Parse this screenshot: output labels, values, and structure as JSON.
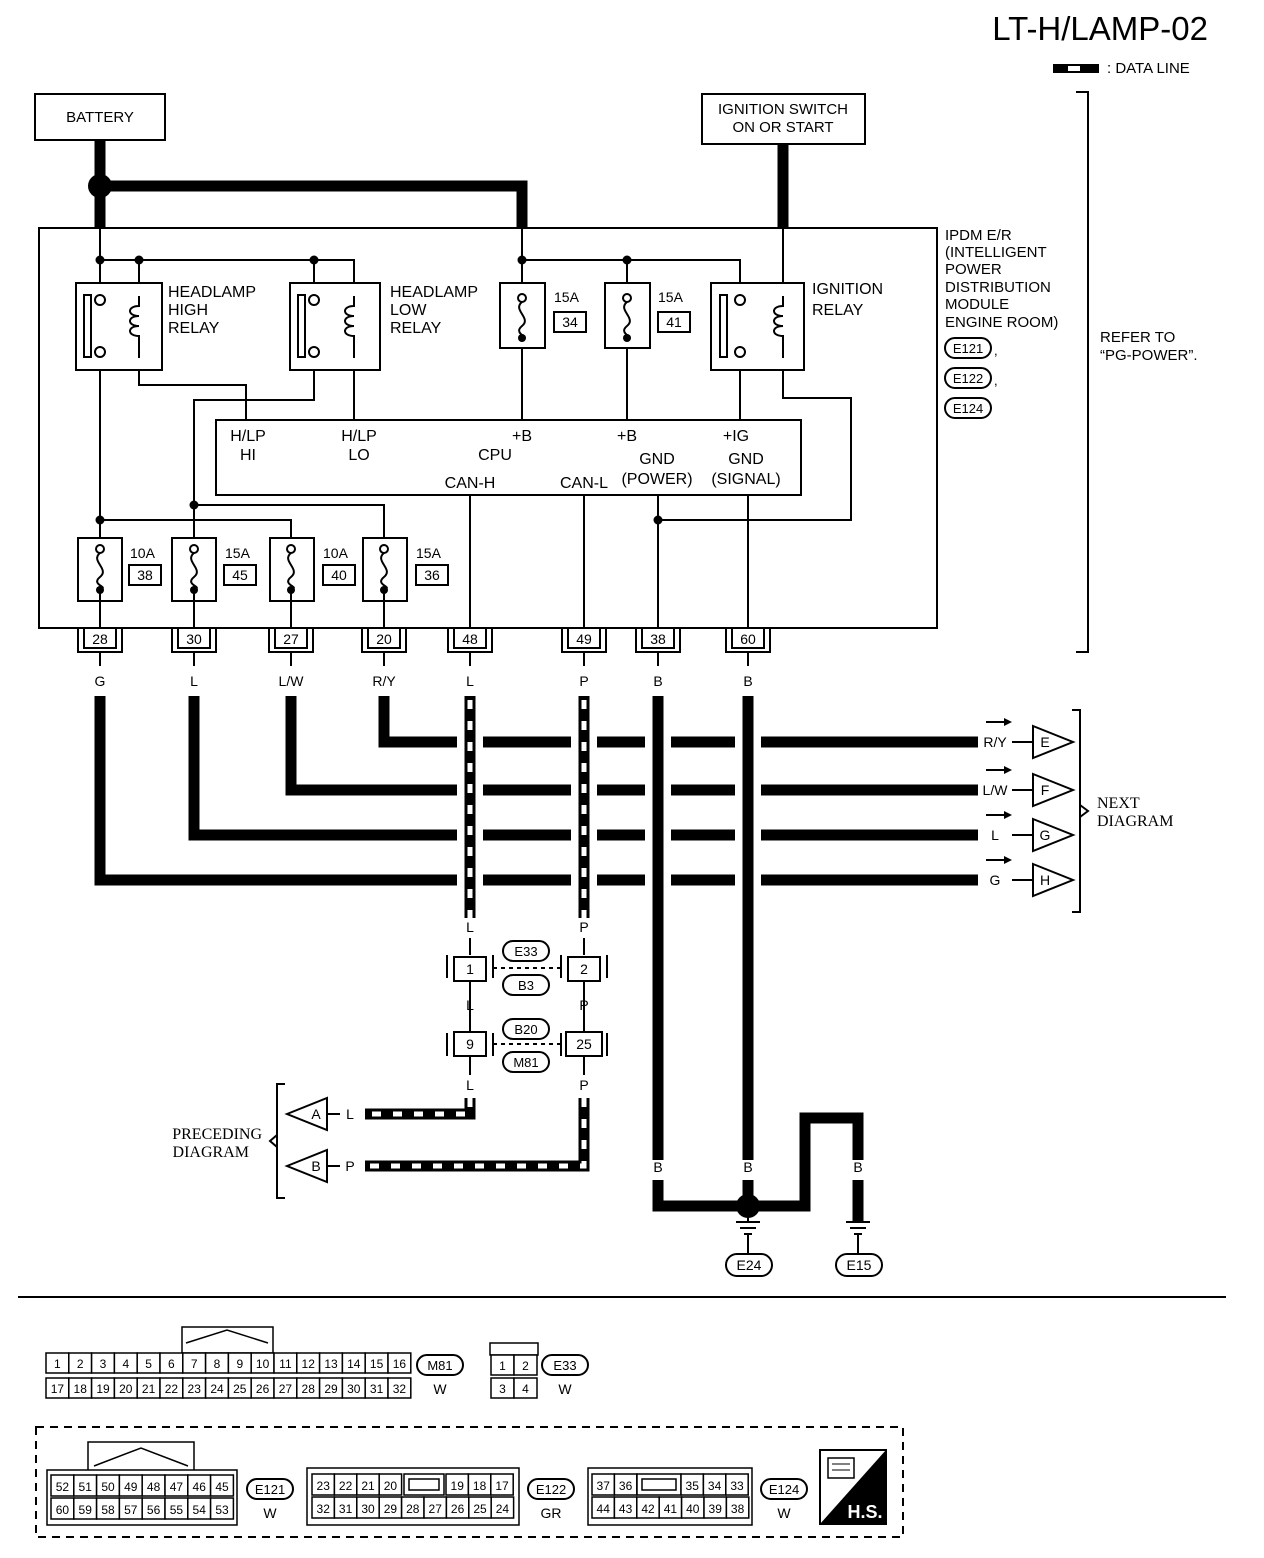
{
  "page_title": "LT-H/LAMP-02",
  "data_line_legend": ": DATA LINE",
  "battery_label": "BATTERY",
  "ignition_switch": [
    "IGNITION SWITCH",
    "ON OR START"
  ],
  "ipdm_label": [
    "IPDM E/R",
    "(INTELLIGENT",
    "POWER",
    "DISTRIBUTION",
    "MODULE",
    "ENGINE ROOM)"
  ],
  "ipdm_connectors": [
    "E121",
    "E122",
    "E124"
  ],
  "refer_to": [
    "REFER TO",
    "“PG-POWER”."
  ],
  "relays": {
    "high": [
      "HEADLAMP",
      "HIGH",
      "RELAY"
    ],
    "low": [
      "HEADLAMP",
      "LOW",
      "RELAY"
    ],
    "ignition": [
      "IGNITION",
      "RELAY"
    ]
  },
  "top_fuses": [
    {
      "amp": "15A",
      "num": "34"
    },
    {
      "amp": "15A",
      "num": "41"
    }
  ],
  "cpu": {
    "hlp_hi": [
      "H/LP",
      "HI"
    ],
    "hlp_lo": [
      "H/LP",
      "LO"
    ],
    "cpu": "CPU",
    "plus_b1": "+B",
    "plus_b2": "+B",
    "plus_ig": "+IG",
    "can_h": "CAN-H",
    "can_l": "CAN-L",
    "gnd_power": [
      "GND",
      "(POWER)"
    ],
    "gnd_signal": [
      "GND",
      "(SIGNAL)"
    ]
  },
  "bottom_fuses": [
    {
      "amp": "10A",
      "num": "38"
    },
    {
      "amp": "15A",
      "num": "45"
    },
    {
      "amp": "10A",
      "num": "40"
    },
    {
      "amp": "15A",
      "num": "36"
    }
  ],
  "terminals": [
    {
      "pin": "28",
      "color": "G"
    },
    {
      "pin": "30",
      "color": "L"
    },
    {
      "pin": "27",
      "color": "L/W"
    },
    {
      "pin": "20",
      "color": "R/Y"
    },
    {
      "pin": "48",
      "color": "L"
    },
    {
      "pin": "49",
      "color": "P"
    },
    {
      "pin": "38",
      "color": "B"
    },
    {
      "pin": "60",
      "color": "B"
    }
  ],
  "next_outputs": [
    {
      "color": "R/Y",
      "letter": "E"
    },
    {
      "color": "L/W",
      "letter": "F"
    },
    {
      "color": "L",
      "letter": "G"
    },
    {
      "color": "G",
      "letter": "H"
    }
  ],
  "next_diagram": [
    "NEXT",
    "DIAGRAM"
  ],
  "preceding_diagram": [
    "PRECEDING",
    "DIAGRAM"
  ],
  "preceding_inputs": [
    {
      "letter": "A",
      "color": "L"
    },
    {
      "letter": "B",
      "color": "P"
    }
  ],
  "joints": {
    "e33_b3": {
      "top": "E33",
      "bottom": "B3",
      "pin_left": "1",
      "pin_right": "2"
    },
    "b20_m81": {
      "top": "B20",
      "bottom": "M81",
      "pin_left": "9",
      "pin_right": "25"
    }
  },
  "wire_labels": {
    "l": "L",
    "p": "P",
    "b": "B"
  },
  "grounds": [
    "E24",
    "E15"
  ],
  "connector_m81": {
    "id": "M81",
    "color": "W",
    "row1": [
      "1",
      "2",
      "3",
      "4",
      "5",
      "6",
      "7",
      "8",
      "9",
      "10",
      "11",
      "12",
      "13",
      "14",
      "15",
      "16"
    ],
    "row2": [
      "17",
      "18",
      "19",
      "20",
      "21",
      "22",
      "23",
      "24",
      "25",
      "26",
      "27",
      "28",
      "29",
      "30",
      "31",
      "32"
    ]
  },
  "connector_e33": {
    "id": "E33",
    "color": "W",
    "row1": [
      "1",
      "2"
    ],
    "row2": [
      "3",
      "4"
    ]
  },
  "connector_e121": {
    "id": "E121",
    "color": "W",
    "row1": [
      "52",
      "51",
      "50",
      "49",
      "48",
      "47",
      "46",
      "45"
    ],
    "row2": [
      "60",
      "59",
      "58",
      "57",
      "56",
      "55",
      "54",
      "53"
    ]
  },
  "connector_e122": {
    "id": "E122",
    "color": "GR",
    "row1": [
      "23",
      "22",
      "21",
      "20",
      "",
      "19",
      "18",
      "17"
    ],
    "row2": [
      "32",
      "31",
      "30",
      "29",
      "28",
      "27",
      "26",
      "25",
      "24"
    ]
  },
  "connector_e124": {
    "id": "E124",
    "color": "W",
    "row1": [
      "37",
      "36",
      "",
      "35",
      "34",
      "33"
    ],
    "row2": [
      "44",
      "43",
      "42",
      "41",
      "40",
      "39",
      "38"
    ]
  },
  "hs_badge": "H.S."
}
